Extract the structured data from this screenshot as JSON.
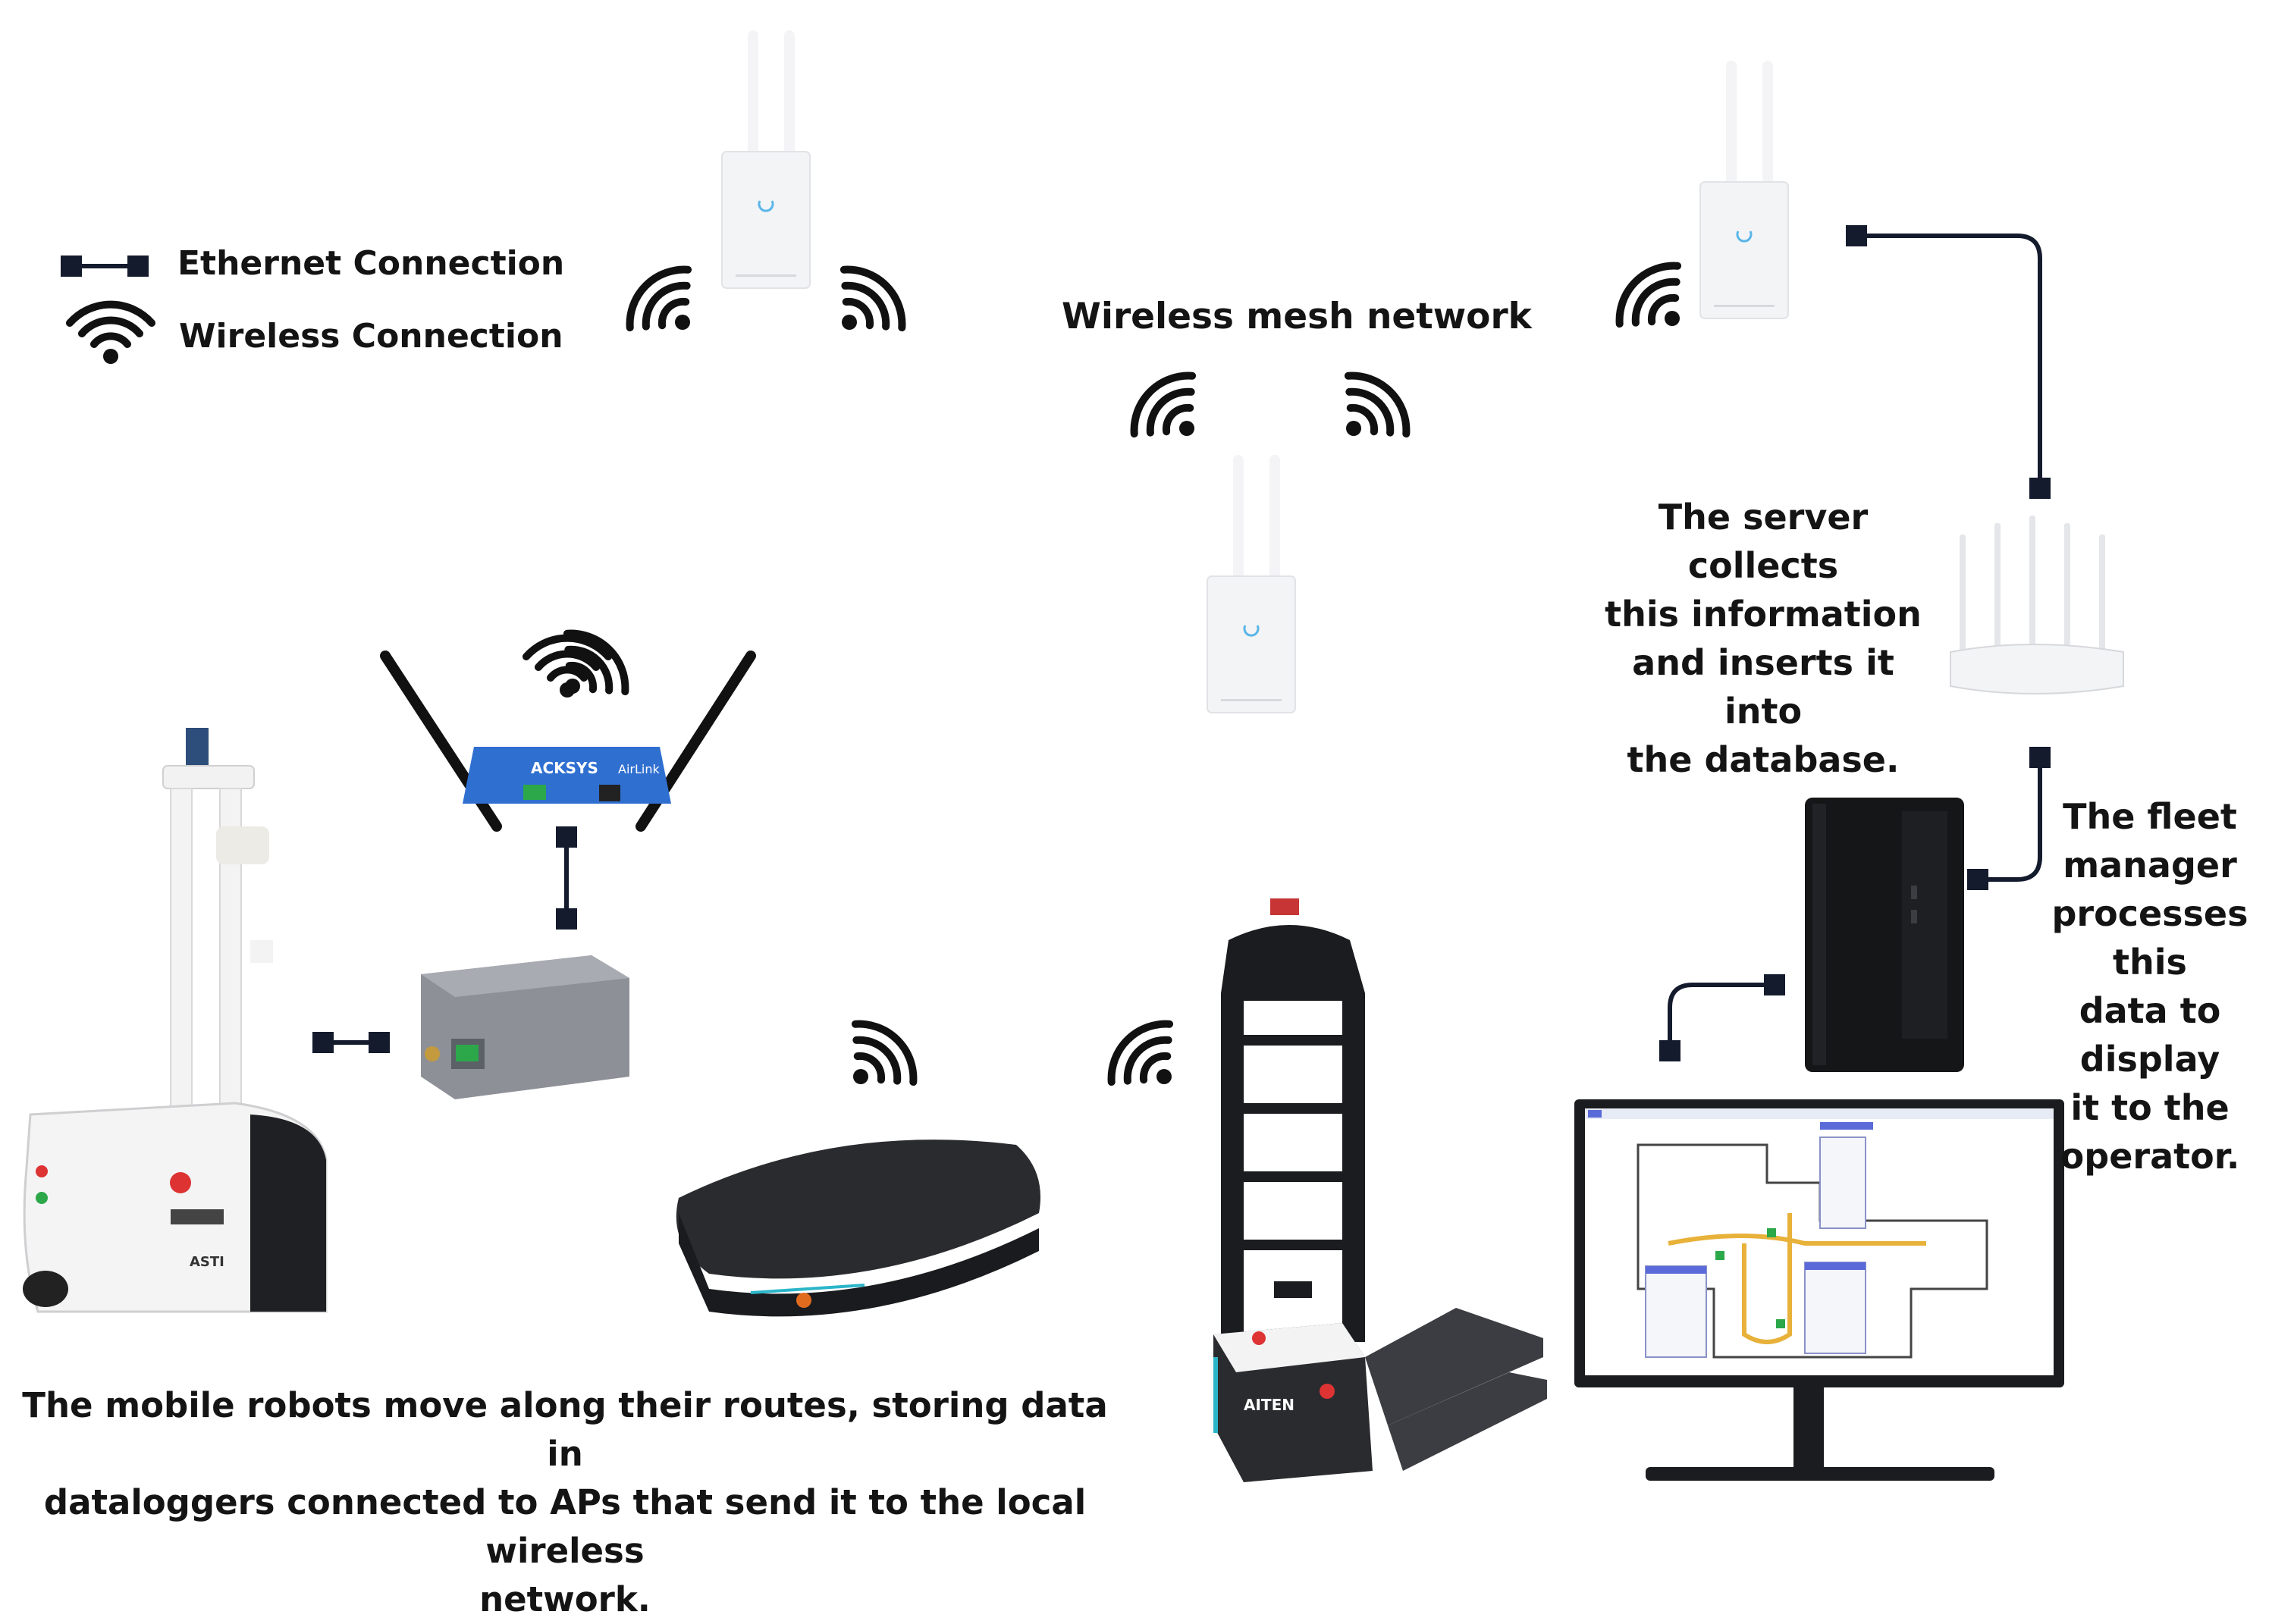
{
  "legend": {
    "ethernet_label": "Ethernet Connection",
    "wireless_label": "Wireless Connection"
  },
  "mesh_label": "Wireless mesh network",
  "server_caption": [
    "The server collects",
    "this information",
    "and inserts it into",
    "the database."
  ],
  "fleet_caption": [
    "The fleet",
    "manager",
    "processes this",
    "data to display",
    "it to the",
    "operator."
  ],
  "robots_caption": [
    "The mobile robots move along their routes, storing data in",
    "dataloggers connected to APs that send it to the local wireless",
    "network."
  ],
  "device_text": {
    "router_brand": "ACKSYS",
    "router_model": "AirLink",
    "forklift_brand": "AITEN",
    "amr_brand": "ASTI"
  },
  "colors": {
    "connector": "#141b2d",
    "wifi": "#111111",
    "ap_body": "#f1f2f4",
    "ap_led": "#5ab6e8",
    "router_blue": "#2f6fd0",
    "forklift_accent": "#2bb5c9"
  }
}
